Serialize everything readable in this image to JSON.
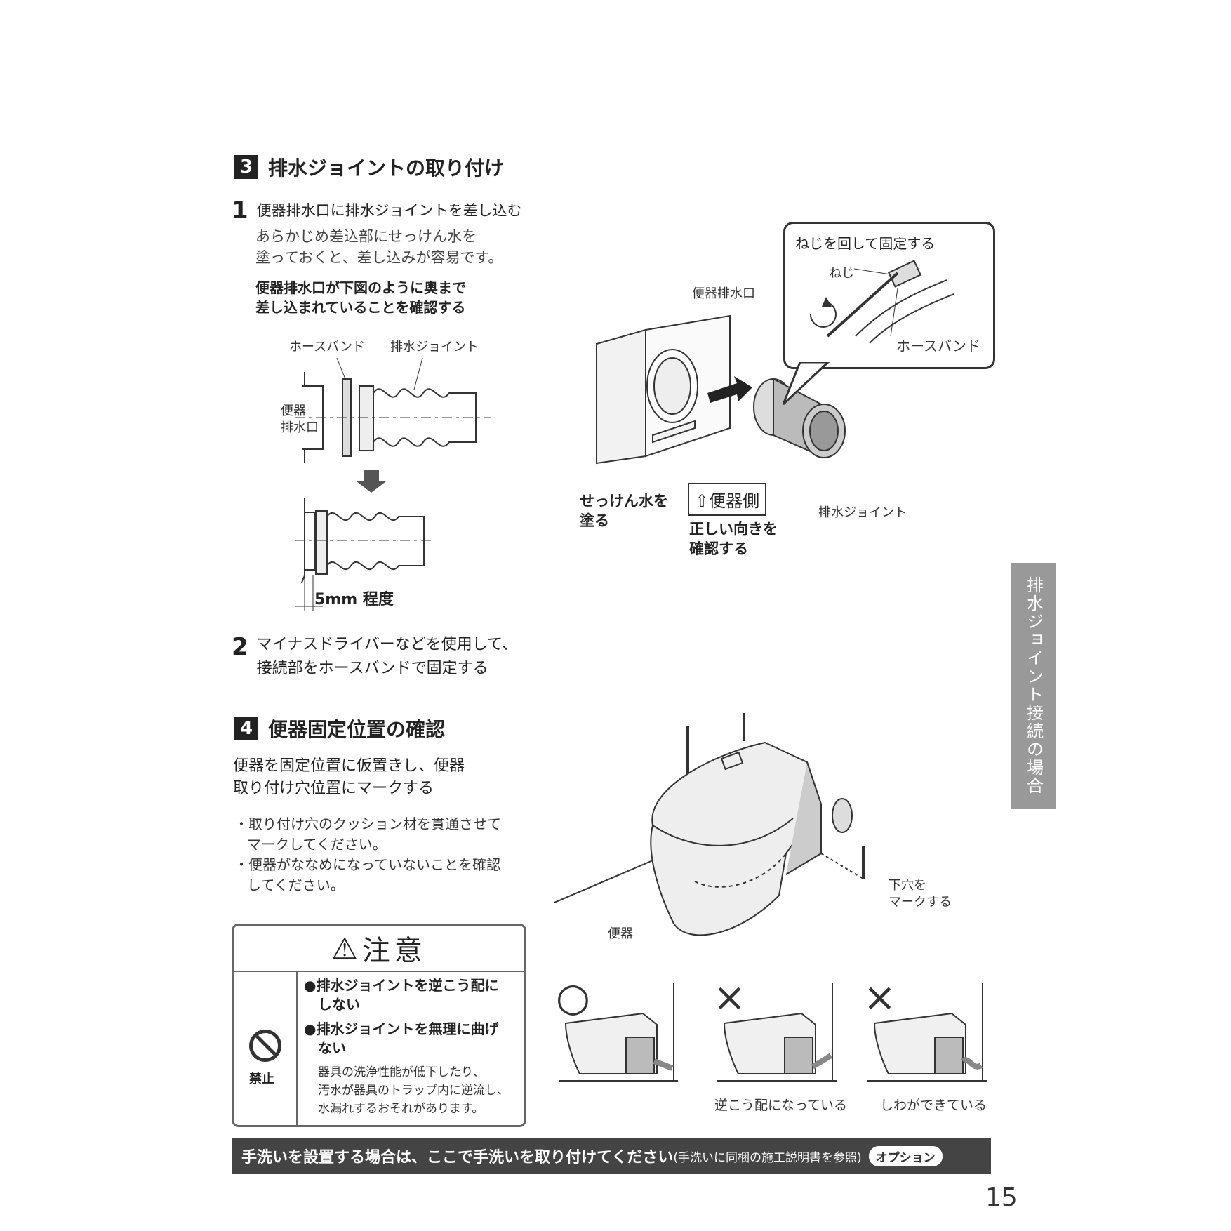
{
  "sec3": {
    "num": "3",
    "title": "排水ジョイントの取り付け"
  },
  "step1": {
    "num": "1",
    "title": "便器排水口に排水ジョイントを差し込む",
    "line1": "あらかじめ差込部にせっけん水を",
    "line2": "塗っておくと、差し込みが容易です。",
    "note1": "便器排水口が下図のように奥まで",
    "note2": "差し込まれていることを確認する"
  },
  "fig1": {
    "hose_band": "ホースバンド",
    "joint": "排水ジョイント",
    "outlet1": "便器",
    "outlet2": "排水口",
    "gap": "5mm 程度"
  },
  "fig2": {
    "outlet": "便器排水口",
    "callout_title": "ねじを回して固定する",
    "screw": "ねじ",
    "hose_band": "ホースバンド",
    "soap1": "せっけん水を",
    "soap2": "塗る",
    "toilet_side": "⇧便器側",
    "check1": "正しい向きを",
    "check2": "確認する",
    "joint": "排水ジョイント"
  },
  "step2": {
    "num": "2",
    "line1": "マイナスドライバーなどを使用して、",
    "line2": "接続部をホースバンドで固定する"
  },
  "sec4": {
    "num": "4",
    "title": "便器固定位置の確認",
    "line1": "便器を固定位置に仮置きし、便器",
    "line2": "取り付け穴位置にマークする",
    "b1a": "・取り付け穴のクッション材を貫通させて",
    "b1b": "マークしてください。",
    "b2a": "・便器がななめになっていないことを確認",
    "b2b": "してください。"
  },
  "fig3": {
    "toilet": "便器",
    "hole1": "下穴を",
    "hole2": "マークする"
  },
  "fig4": {
    "ok": "○",
    "ng": "×",
    "cap2": "逆こう配になっている",
    "cap3": "しわができている"
  },
  "caution": {
    "title": "注意",
    "prohibit": "禁止",
    "i1a": "●排水ジョイントを逆こう配に",
    "i1b": "しない",
    "i2a": "●排水ジョイントを無理に曲げ",
    "i2b": "ない",
    "d1": "器具の洗浄性能が低下したり、",
    "d2": "汚水が器具のトラップ内に逆流し、",
    "d3": "水漏れするおそれがあります。"
  },
  "sidebar": "排水ジョイント接続の場合",
  "banner": {
    "main": "手洗いを設置する場合は、ここで手洗いを取り付けてください",
    "sub": "(手洗いに同梱の施工説明書を参照)",
    "option": "オプション"
  },
  "page_number": "15"
}
